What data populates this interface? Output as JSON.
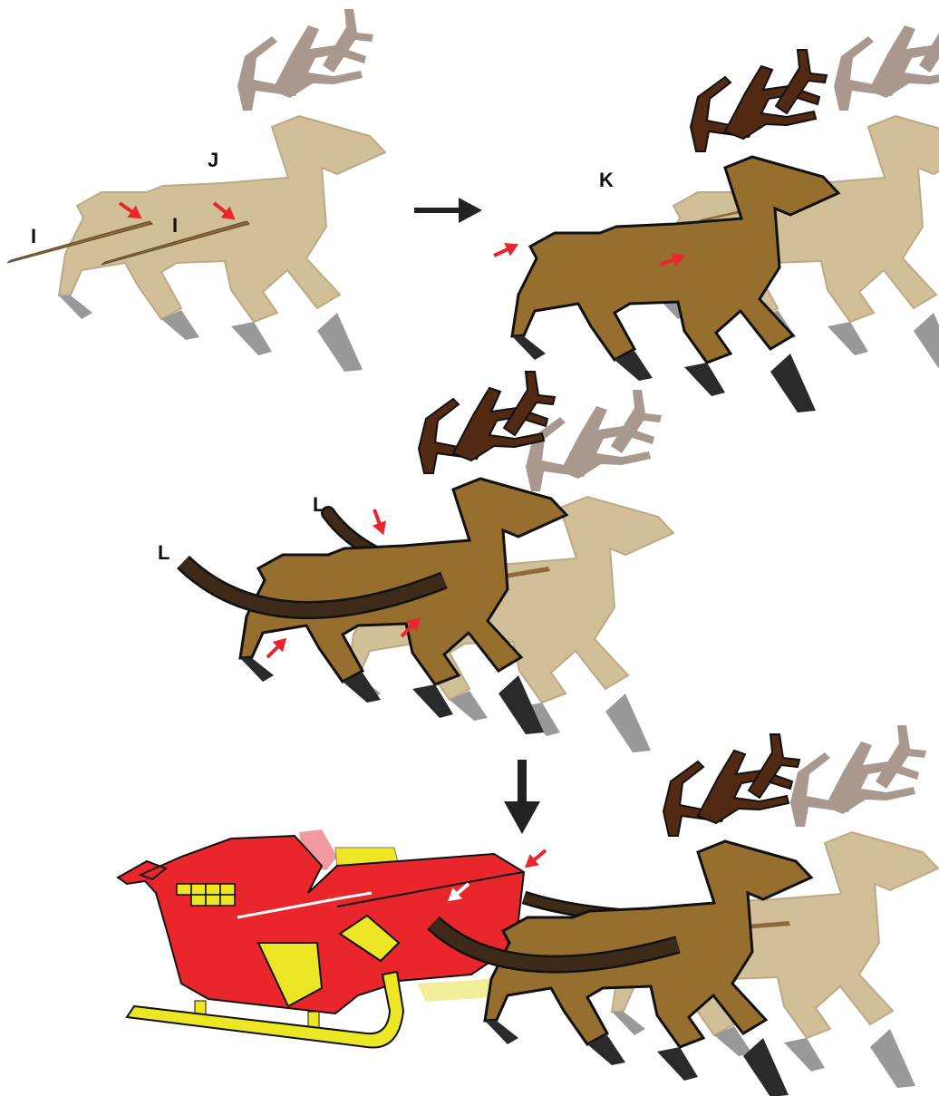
{
  "labels": {
    "I_rod_left": "I",
    "I_rod_right": "I",
    "J_body": "J",
    "K_body": "K",
    "L_harness_upper": "L",
    "L_harness_lower": "L"
  },
  "colors": {
    "ghost_deer": "#d1bf98",
    "ghost_antler": "#a9988d",
    "deer_body": "#966e2e",
    "antler": "#522a14",
    "harness": "#3d2a18",
    "rod": "#8c6a3c",
    "hoof": "#2a2a2a",
    "hoof_ghost": "#999999",
    "sleigh_red": "#e8262c",
    "sleigh_pink": "#f09aa0",
    "sleigh_yellow": "#ece624",
    "arrow_red": "#e8262c",
    "arrow_black": "#222222",
    "arrow_white": "#ffffff"
  },
  "icons": {
    "step_arrow_right": "arrow-right-icon",
    "step_arrow_down": "arrow-down-icon",
    "callout_arrow": "red-arrow-icon"
  }
}
